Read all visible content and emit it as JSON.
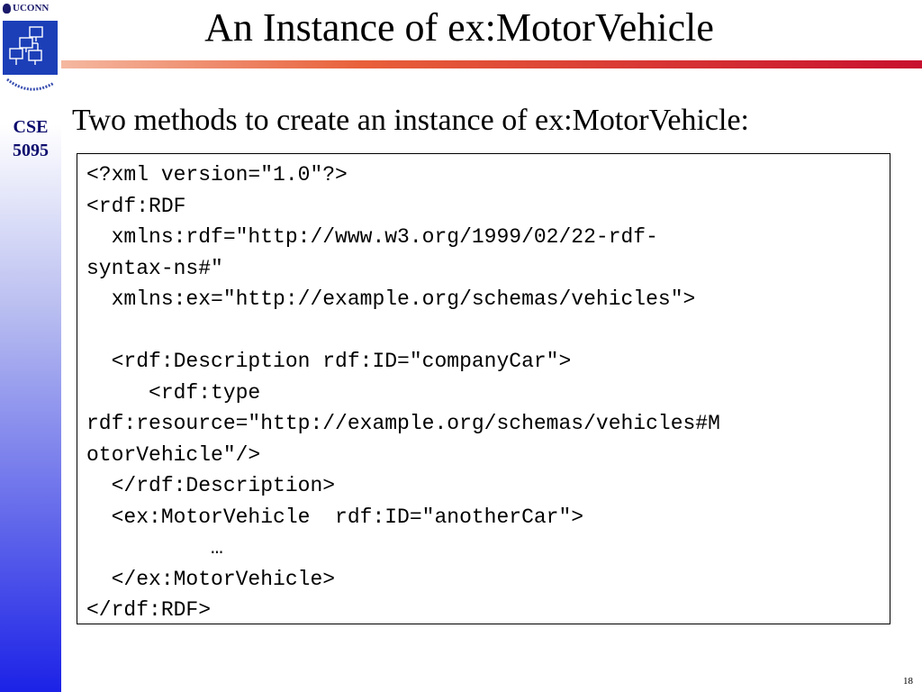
{
  "header": {
    "title": "An Instance of ex:MotorVehicle",
    "institution": "UCONN",
    "course": [
      "CSE",
      "5095"
    ]
  },
  "slide": {
    "subtitle": "Two methods to create an instance of ex:MotorVehicle:",
    "code_lines": [
      "<?xml version=\"1.0\"?>",
      "<rdf:RDF",
      "  xmlns:rdf=\"http://www.w3.org/1999/02/22-rdf-",
      "syntax-ns#\"",
      "  xmlns:ex=\"http://example.org/schemas/vehicles\">",
      "",
      "  <rdf:Description rdf:ID=\"companyCar\">",
      "     <rdf:type",
      "rdf:resource=\"http://example.org/schemas/vehicles#M",
      "otorVehicle\"/>",
      "  </rdf:Description>",
      "  <ex:MotorVehicle  rdf:ID=\"anotherCar\">",
      "          …",
      "  </ex:MotorVehicle>",
      "</rdf:RDF>"
    ],
    "page_number": "18"
  },
  "colors": {
    "sidebar_top": "#ffffff",
    "sidebar_bottom": "#1c22e6",
    "rule_start": "#f5b8a0",
    "rule_end": "#c8102e",
    "course_text": "#0d0d6e"
  },
  "icons": {
    "logo": "network-computers-icon",
    "seal": "uconn-seal-icon"
  }
}
